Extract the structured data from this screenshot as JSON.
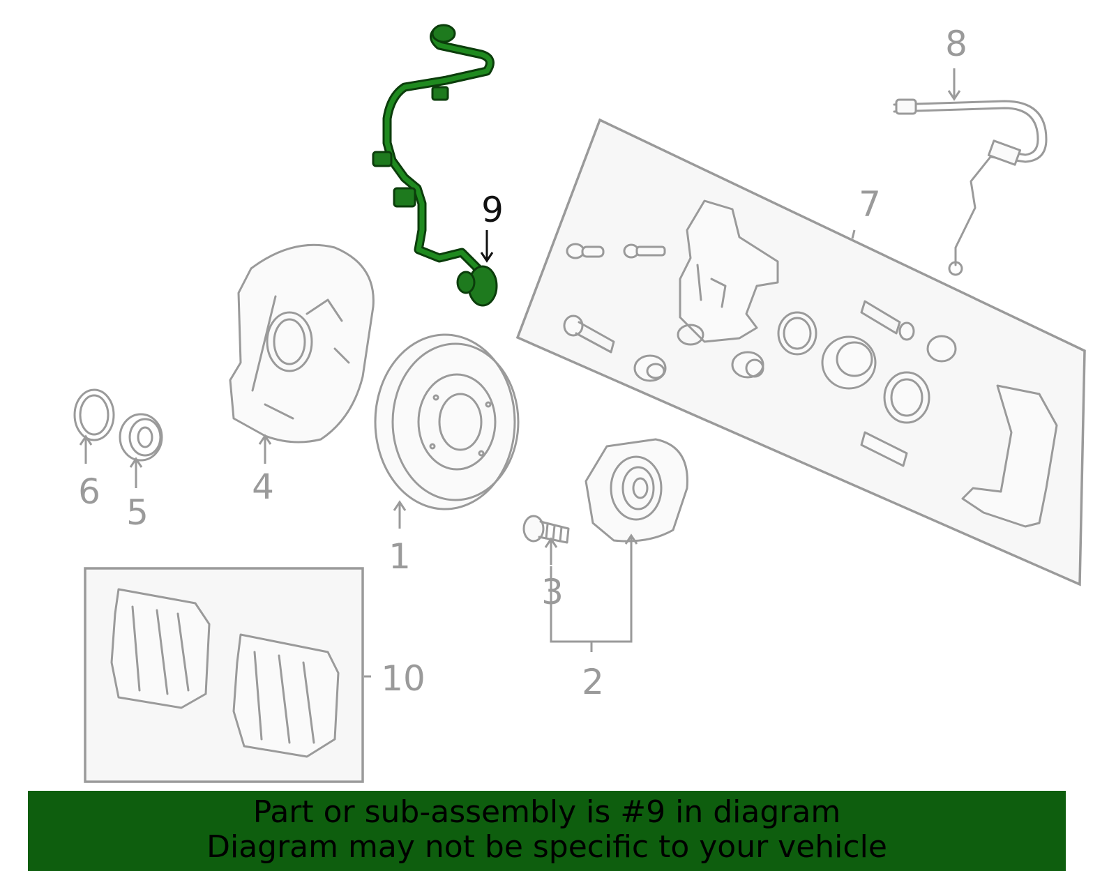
{
  "highlight_color": "#0e5e0e",
  "callouts": {
    "n1": "1",
    "n2": "2",
    "n3": "3",
    "n4": "4",
    "n5": "5",
    "n6": "6",
    "n7": "7",
    "n8": "8",
    "n9": "9",
    "n10": "10"
  },
  "highlighted_part": "9",
  "footer": {
    "line1": "Part or sub-assembly is #9 in diagram",
    "line2": "Diagram may not be specific to your vehicle"
  }
}
